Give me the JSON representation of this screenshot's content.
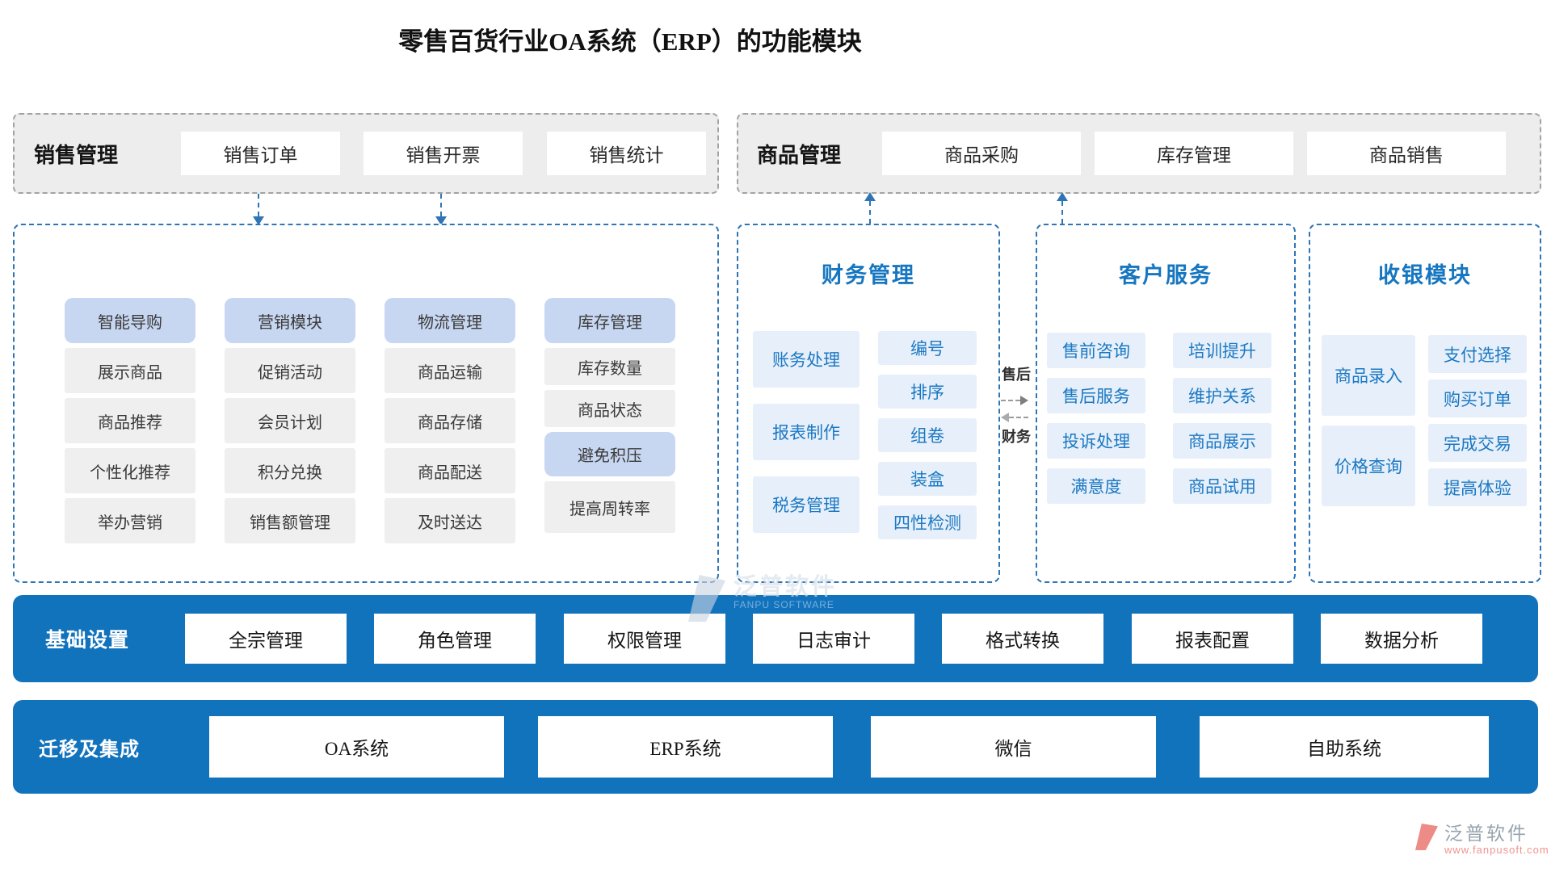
{
  "title": "零售百货行业OA系统（ERP）的功能模块",
  "groups": [
    {
      "label": "销售管理",
      "buttons": [
        "销售订单",
        "销售开票",
        "销售统计"
      ]
    },
    {
      "label": "商品管理",
      "buttons": [
        "商品采购",
        "库存管理",
        "商品销售"
      ]
    }
  ],
  "matrix": {
    "columns": [
      {
        "header": "智能导购",
        "items": [
          "展示商品",
          "商品推荐",
          "个性化推荐",
          "举办营销"
        ]
      },
      {
        "header": "营销模块",
        "items": [
          "促销活动",
          "会员计划",
          "积分兑换",
          "销售额管理"
        ]
      },
      {
        "header": "物流管理",
        "items": [
          "商品运输",
          "商品存储",
          "商品配送",
          "及时送达"
        ]
      },
      {
        "header": "库存管理",
        "items": [
          "库存数量",
          "商品状态",
          "避免积压",
          "提高周转率"
        ]
      }
    ]
  },
  "finance": {
    "title": "财务管理",
    "left": [
      "账务处理",
      "报表制作",
      "税务管理"
    ],
    "right": [
      "编号",
      "排序",
      "组卷",
      "装盒",
      "四性检测"
    ]
  },
  "links": {
    "top": "售后",
    "bottom": "财务"
  },
  "customer": {
    "title": "客户服务",
    "left": [
      "售前咨询",
      "售后服务",
      "投诉处理",
      "满意度"
    ],
    "right": [
      "培训提升",
      "维护关系",
      "商品展示",
      "商品试用"
    ]
  },
  "cashier": {
    "title": "收银模块",
    "left": [
      "商品录入",
      "价格查询"
    ],
    "right": [
      "支付选择",
      "购买订单",
      "完成交易",
      "提高体验"
    ]
  },
  "bars": [
    {
      "label": "基础设置",
      "buttons": [
        "全宗管理",
        "角色管理",
        "权限管理",
        "日志审计",
        "格式转换",
        "报表配置",
        "数据分析"
      ]
    },
    {
      "label": "迁移及集成",
      "buttons": [
        "OA系统",
        "ERP系统",
        "微信",
        "自助系统"
      ]
    }
  ],
  "watermarks": {
    "center": {
      "name": "泛普软件",
      "subtitle": "FANPU SOFTWARE"
    },
    "corner": {
      "name": "泛普软件",
      "url": "www.fanpusoft.com"
    }
  },
  "colors": {
    "dashed_blue": "#2e75b6",
    "bar_blue": "#1273bd",
    "highlight_cell": "#c8d7f1",
    "gray_cell": "#efefef",
    "blue_cell_bg": "#e7f0fa",
    "blue_text": "#1b78c3"
  }
}
